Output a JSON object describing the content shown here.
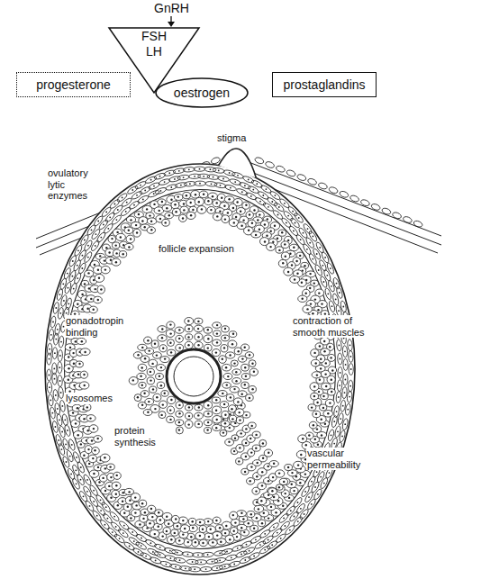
{
  "diagram": {
    "nodes": [
      {
        "text": [
          "FSH LH"
        ]
      },
      {
        "text": [
          "progesterone"
        ]
      },
      {
        "text": [
          "oestrogen"
        ]
      },
      {
        "text": [
          "prostaglandins"
        ]
      }
    ],
    "labels": [
      "GnRH",
      "stigma",
      "ovulatory lytic enzymes",
      "follicle expansion",
      "contraction of smooth muscles",
      "gonadotropin binding",
      "lysosomes",
      "protein synthesis",
      "vascular permeability"
    ]
  }
}
